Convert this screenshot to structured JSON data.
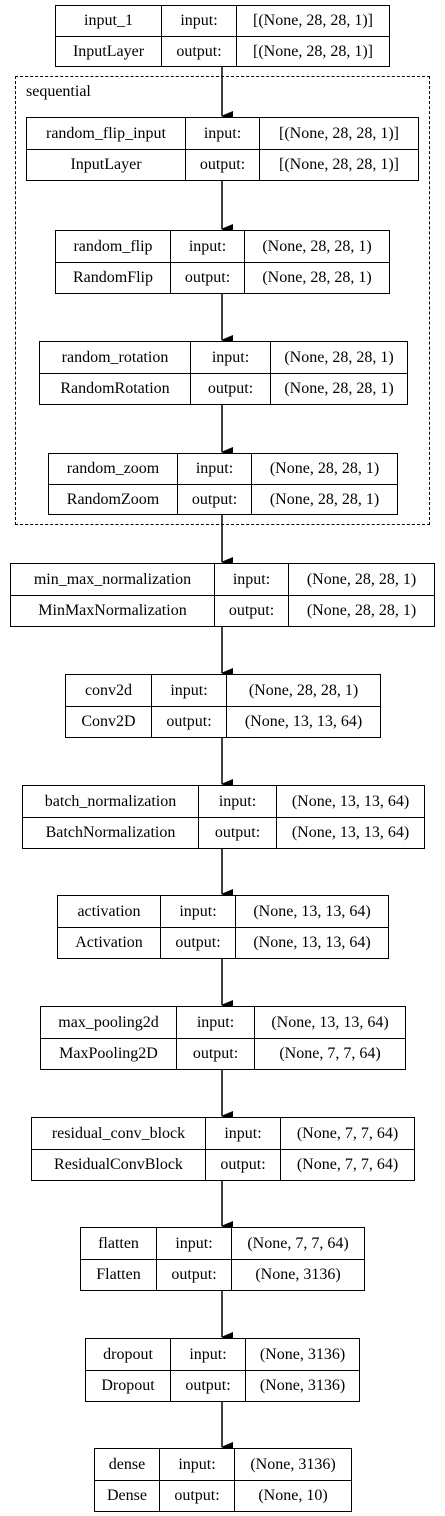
{
  "input_label": "input:",
  "output_label": "output:",
  "group": {
    "label": "sequential"
  },
  "layers": [
    {
      "name": "input_1",
      "type": "InputLayer",
      "input": "[(None, 28, 28, 1)]",
      "output": "[(None, 28, 28, 1)]"
    },
    {
      "name": "random_flip_input",
      "type": "InputLayer",
      "input": "[(None, 28, 28, 1)]",
      "output": "[(None, 28, 28, 1)]"
    },
    {
      "name": "random_flip",
      "type": "RandomFlip",
      "input": "(None, 28, 28, 1)",
      "output": "(None, 28, 28, 1)"
    },
    {
      "name": "random_rotation",
      "type": "RandomRotation",
      "input": "(None, 28, 28, 1)",
      "output": "(None, 28, 28, 1)"
    },
    {
      "name": "random_zoom",
      "type": "RandomZoom",
      "input": "(None, 28, 28, 1)",
      "output": "(None, 28, 28, 1)"
    },
    {
      "name": "min_max_normalization",
      "type": "MinMaxNormalization",
      "input": "(None, 28, 28, 1)",
      "output": "(None, 28, 28, 1)"
    },
    {
      "name": "conv2d",
      "type": "Conv2D",
      "input": "(None, 28, 28, 1)",
      "output": "(None, 13, 13, 64)"
    },
    {
      "name": "batch_normalization",
      "type": "BatchNormalization",
      "input": "(None, 13, 13, 64)",
      "output": "(None, 13, 13, 64)"
    },
    {
      "name": "activation",
      "type": "Activation",
      "input": "(None, 13, 13, 64)",
      "output": "(None, 13, 13, 64)"
    },
    {
      "name": "max_pooling2d",
      "type": "MaxPooling2D",
      "input": "(None, 13, 13, 64)",
      "output": "(None, 7, 7, 64)"
    },
    {
      "name": "residual_conv_block",
      "type": "ResidualConvBlock",
      "input": "(None, 7, 7, 64)",
      "output": "(None, 7, 7, 64)"
    },
    {
      "name": "flatten",
      "type": "Flatten",
      "input": "(None, 7, 7, 64)",
      "output": "(None, 3136)"
    },
    {
      "name": "dropout",
      "type": "Dropout",
      "input": "(None, 3136)",
      "output": "(None, 3136)"
    },
    {
      "name": "dense",
      "type": "Dense",
      "input": "(None, 3136)",
      "output": "(None, 10)"
    }
  ]
}
